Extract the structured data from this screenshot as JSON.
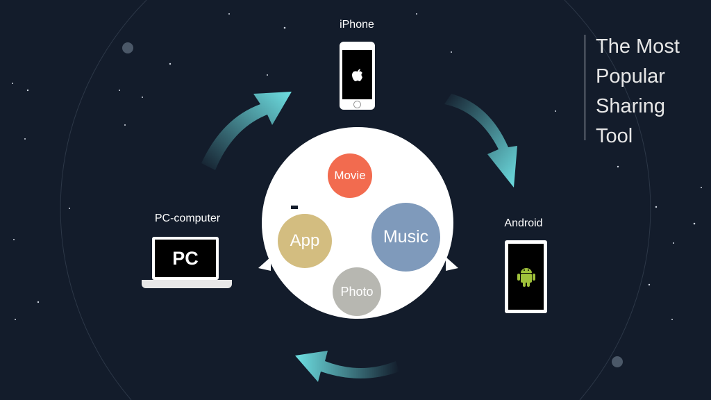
{
  "title_lines": [
    "The Most",
    "Popular",
    "Sharing",
    "Tool"
  ],
  "devices": {
    "iphone": {
      "label": "iPhone",
      "icon": "apple-logo-icon"
    },
    "android": {
      "label": "Android",
      "icon": "android-robot-icon"
    },
    "pc": {
      "label": "PC-computer",
      "screen_text": "PC"
    }
  },
  "categories": [
    {
      "label": "Movie",
      "color": "#f26b4f"
    },
    {
      "label": "Music",
      "color": "#7f9abb"
    },
    {
      "label": "App",
      "color": "#d3bd80"
    },
    {
      "label": "Photo",
      "color": "#b7b7b1"
    }
  ],
  "colors": {
    "background": "#131c2b",
    "arrow": "#6ee0e3"
  }
}
